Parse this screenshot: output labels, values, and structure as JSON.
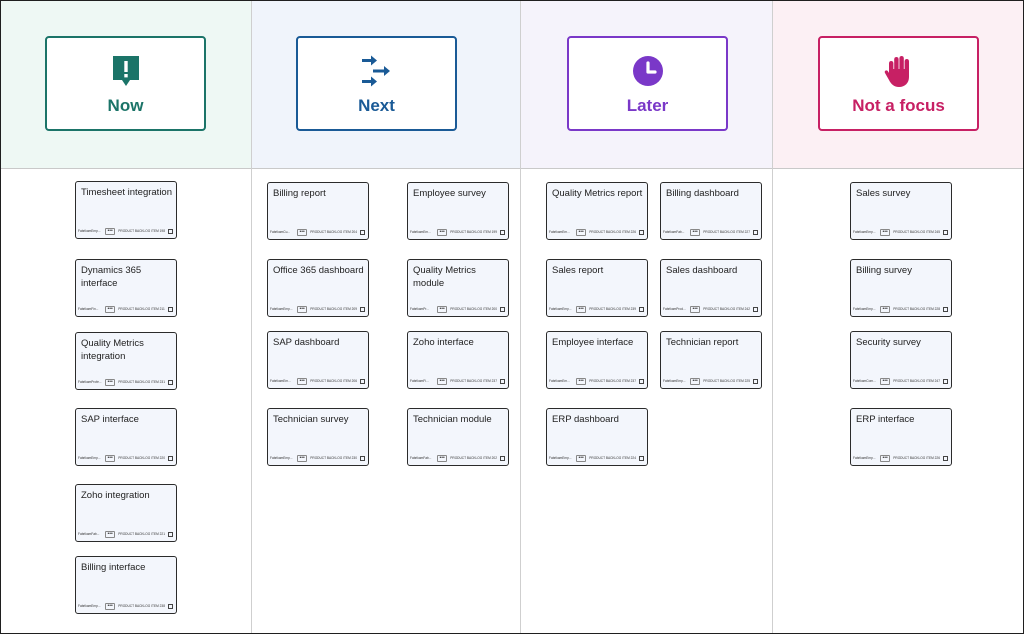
{
  "columns": [
    {
      "key": "now",
      "title": "Now",
      "icon": "speech-exclamation-icon",
      "accent": "#1b7468",
      "header_bg": "#eef8f4",
      "cards": [
        {
          "title": "Timesheet integration",
          "owner": "FabrikamEmp...",
          "tag": "PRODUCT BACKLOG ITEM 198"
        },
        {
          "title": "Dynamics 365 interface",
          "owner": "FabrikamFin...",
          "tag": "PRODUCT BACKLOG ITEM 211"
        },
        {
          "title": "Quality Metrics integration",
          "owner": "FabrikamProfe...",
          "tag": "PRODUCT BACKLOG ITEM 231"
        },
        {
          "title": "SAP interface",
          "owner": "FabrikamEmp...",
          "tag": "PRODUCT BACKLOG ITEM 220"
        },
        {
          "title": "Zoho integration",
          "owner": "FabrikamFab...",
          "tag": "PRODUCT BACKLOG ITEM 221"
        },
        {
          "title": "Billing interface",
          "owner": "FabrikamEmp...",
          "tag": "PRODUCT BACKLOG ITEM 238"
        }
      ]
    },
    {
      "key": "next",
      "title": "Next",
      "icon": "arrows-merge-icon",
      "accent": "#1a5a96",
      "header_bg": "#f0f4fb",
      "cards": [
        {
          "title": "Billing report",
          "owner": "FabrikamCu...",
          "tag": "PRODUCT BACKLOG ITEM 204"
        },
        {
          "title": "Employee survey",
          "owner": "FabrikamEm...",
          "tag": "PRODUCT BACKLOG ITEM 199"
        },
        {
          "title": "Office 365 dashboard",
          "owner": "FabrikamEmp...",
          "tag": "PRODUCT BACKLOG ITEM 209"
        },
        {
          "title": "Quality Metrics module",
          "owner": "FabrikamPr...",
          "tag": "PRODUCT BACKLOG ITEM 200"
        },
        {
          "title": "SAP dashboard",
          "owner": "FabrikamEm...",
          "tag": "PRODUCT BACKLOG ITEM 206"
        },
        {
          "title": "Zoho interface",
          "owner": "FabrikamFi...",
          "tag": "PRODUCT BACKLOG ITEM 237"
        },
        {
          "title": "Technician survey",
          "owner": "FabrikamEmp...",
          "tag": "PRODUCT BACKLOG ITEM 230"
        },
        {
          "title": "Technician module",
          "owner": "FabrikamFab...",
          "tag": "PRODUCT BACKLOG ITEM 202"
        }
      ]
    },
    {
      "key": "later",
      "title": "Later",
      "icon": "clock-icon",
      "accent": "#7a38c8",
      "header_bg": "#f5f3fb",
      "cards": [
        {
          "title": "Quality Metrics report",
          "owner": "FabrikamEm...",
          "tag": "PRODUCT BACKLOG ITEM 226"
        },
        {
          "title": "Billing dashboard",
          "owner": "FabrikamFab...",
          "tag": "PRODUCT BACKLOG ITEM 227"
        },
        {
          "title": "Sales report",
          "owner": "FabrikamEmp...",
          "tag": "PRODUCT BACKLOG ITEM 239"
        },
        {
          "title": "Sales dashboard",
          "owner": "FabrikamProd...",
          "tag": "PRODUCT BACKLOG ITEM 242"
        },
        {
          "title": "Employee interface",
          "owner": "FabrikamEm...",
          "tag": "PRODUCT BACKLOG ITEM 237"
        },
        {
          "title": "Technician report",
          "owner": "FabrikamEmp...",
          "tag": "PRODUCT BACKLOG ITEM 225"
        },
        {
          "title": "ERP dashboard",
          "owner": "FabrikamEmp...",
          "tag": "PRODUCT BACKLOG ITEM 224"
        }
      ]
    },
    {
      "key": "notfocus",
      "title": "Not a focus",
      "icon": "stop-hand-icon",
      "accent": "#c72064",
      "header_bg": "#fcf0f4",
      "cards": [
        {
          "title": "Sales survey",
          "owner": "FabrikamEmp...",
          "tag": "PRODUCT BACKLOG ITEM 245"
        },
        {
          "title": "Billing survey",
          "owner": "FabrikamEmp...",
          "tag": "PRODUCT BACKLOG ITEM 228"
        },
        {
          "title": "Security survey",
          "owner": "FabrikamCom...",
          "tag": "PRODUCT BACKLOG ITEM 247"
        },
        {
          "title": "ERP interface",
          "owner": "FabrikamEmp...",
          "tag": "PRODUCT BACKLOG ITEM 226"
        }
      ]
    }
  ],
  "more_label": "•••"
}
